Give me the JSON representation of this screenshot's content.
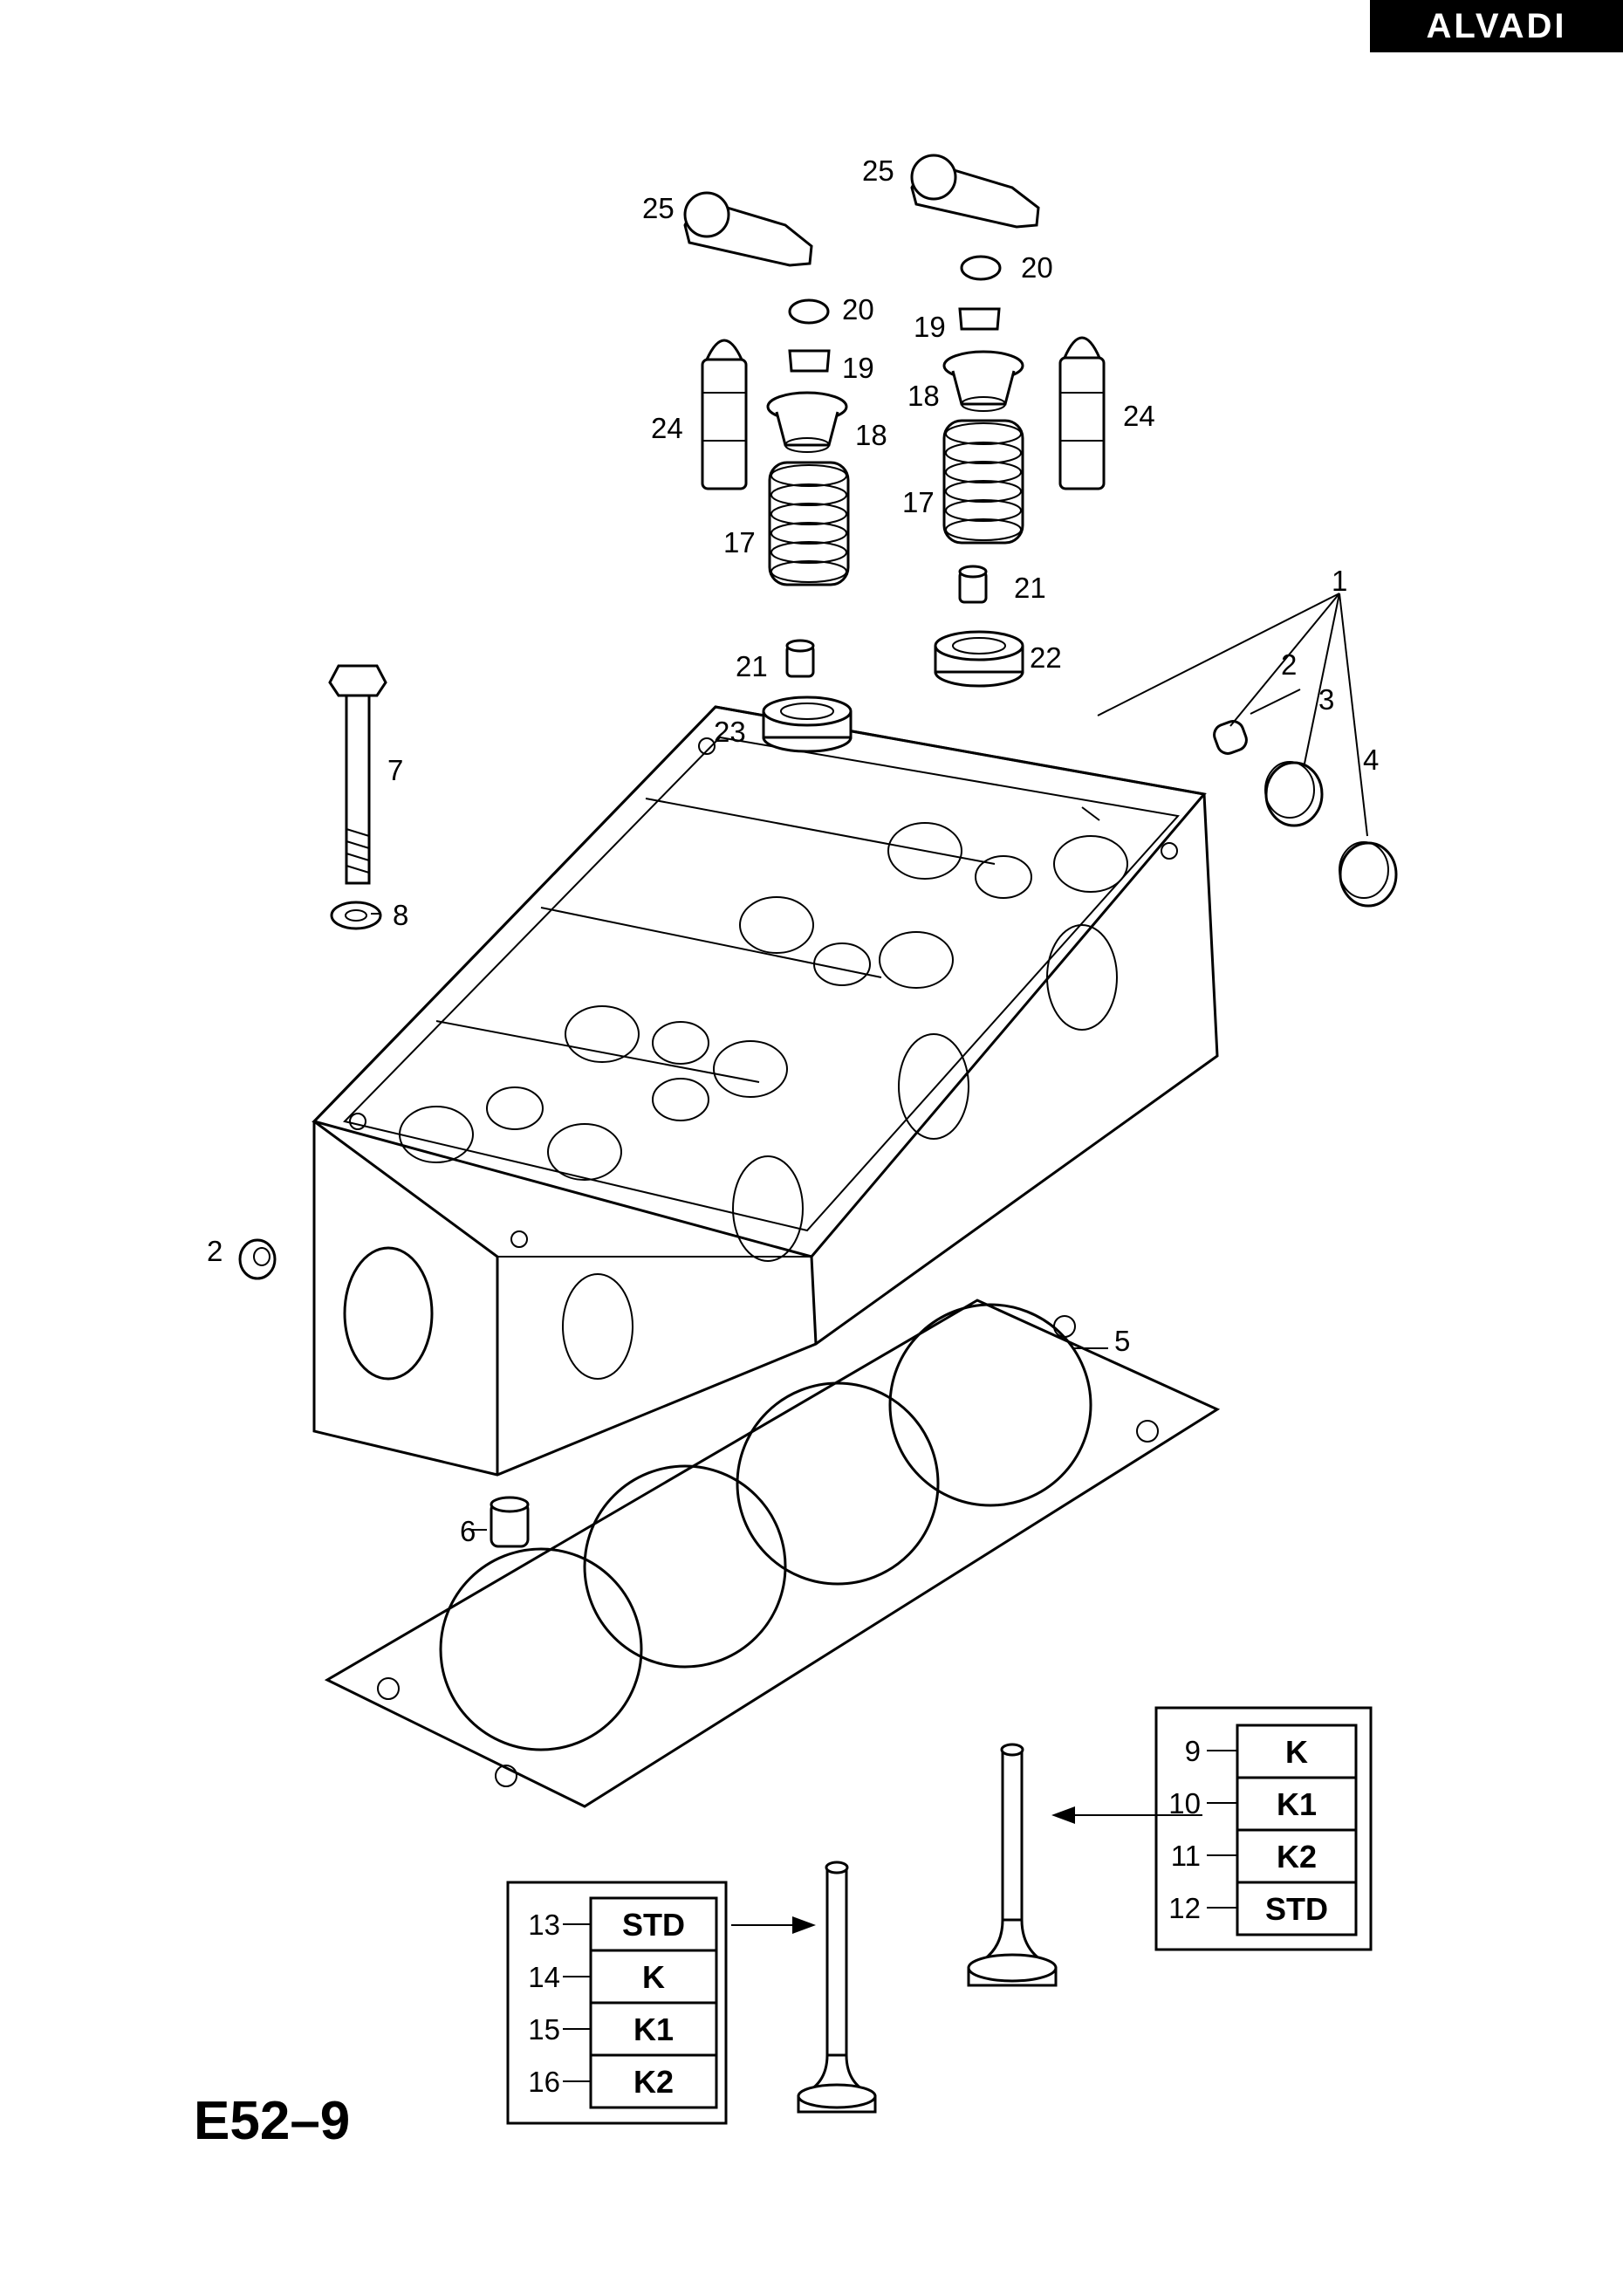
{
  "brand": "ALVADI",
  "diagram_code": "E52–9",
  "callouts": {
    "c1": "1",
    "c2a": "2",
    "c2b": "2",
    "c3": "3",
    "c4": "4",
    "c5": "5",
    "c6": "6",
    "c7": "7",
    "c8": "8",
    "c17a": "17",
    "c17b": "17",
    "c18a": "18",
    "c18b": "18",
    "c19a": "19",
    "c19b": "19",
    "c20a": "20",
    "c20b": "20",
    "c21a": "21",
    "c21b": "21",
    "c22": "22",
    "c23": "23",
    "c24a": "24",
    "c24b": "24",
    "c25a": "25",
    "c25b": "25"
  },
  "valve_table_right": [
    {
      "num": "9",
      "code": "K"
    },
    {
      "num": "10",
      "code": "K1"
    },
    {
      "num": "11",
      "code": "K2"
    },
    {
      "num": "12",
      "code": "STD"
    }
  ],
  "valve_table_left": [
    {
      "num": "13",
      "code": "STD"
    },
    {
      "num": "14",
      "code": "K"
    },
    {
      "num": "15",
      "code": "K1"
    },
    {
      "num": "16",
      "code": "K2"
    }
  ]
}
